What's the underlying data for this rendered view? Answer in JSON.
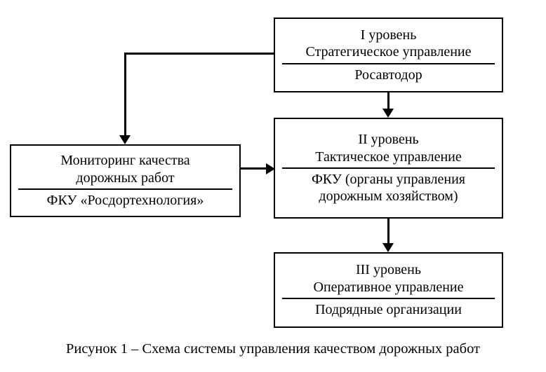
{
  "figure": {
    "caption": "Рисунок 1 – Схема системы управления качеством дорожных работ"
  },
  "nodes": {
    "level_1": {
      "title": "I уровень",
      "subtitle": "Стратегическое управление",
      "body": "Росавтодор"
    },
    "level_2": {
      "title": "II уровень",
      "subtitle": "Тактическое управление",
      "body_line_1": "ФКУ (органы управления",
      "body_line_2": "дорожным хозяйством)"
    },
    "level_3": {
      "title": "III уровень",
      "subtitle": "Оперативное управление",
      "body": "Подрядные организации"
    },
    "monitoring": {
      "title": "Мониторинг качества",
      "subtitle": "дорожных работ",
      "body": "ФКУ «Росдортехнология»"
    }
  },
  "edges": [
    {
      "name": "strategic-to-monitoring",
      "from": "level_1",
      "to": "monitoring",
      "style": "elbow",
      "arrow": "down"
    },
    {
      "name": "monitoring-to-tactical",
      "from": "monitoring",
      "to": "level_2",
      "style": "straight",
      "arrow": "right"
    },
    {
      "name": "level1-to-level2",
      "from": "level_1",
      "to": "level_2",
      "style": "straight",
      "arrow": "down"
    },
    {
      "name": "level2-to-level3",
      "from": "level_2",
      "to": "level_3",
      "style": "straight",
      "arrow": "down"
    }
  ],
  "colors": {
    "stroke": "#000000",
    "background": "#ffffff",
    "text": "#000000"
  }
}
